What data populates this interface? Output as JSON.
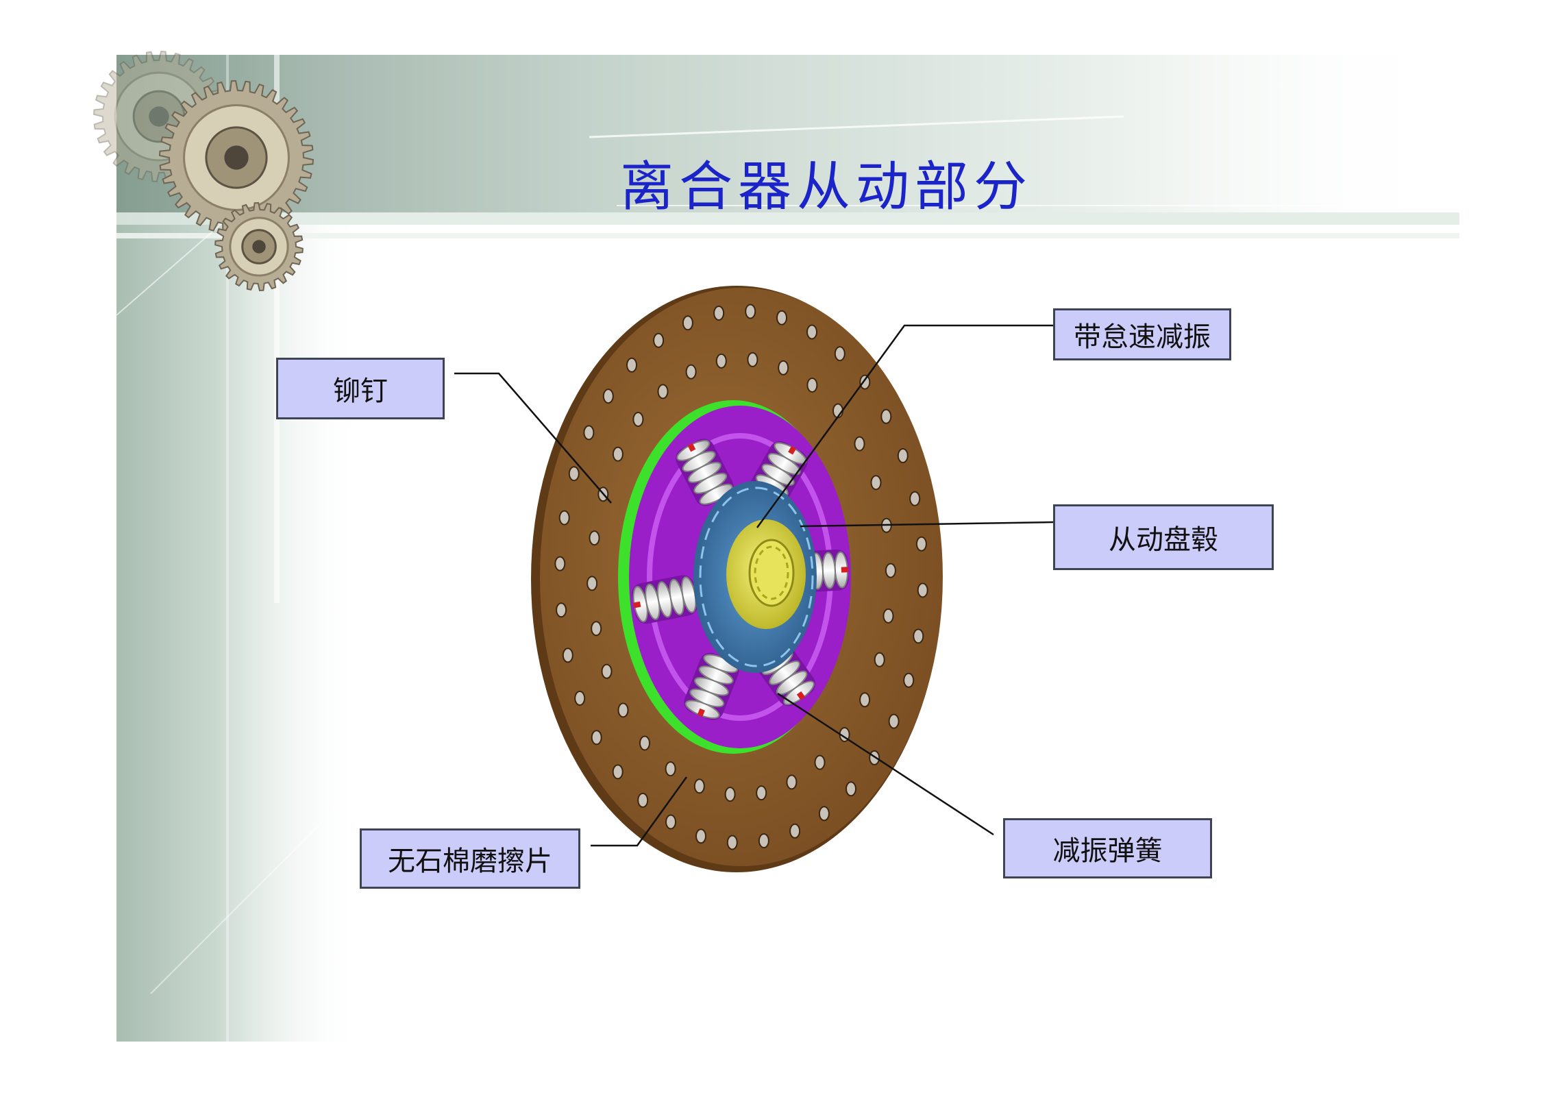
{
  "slide": {
    "title": "离合器从动部分"
  },
  "labels": {
    "rivet": "铆钉",
    "idle_damper": "带怠速减振",
    "hub": "从动盘毂",
    "damper_spring": "减振弹簧",
    "friction_lining": "无石棉磨擦片"
  },
  "colors": {
    "title": "#1b24c8",
    "label_fill": "#ccccfb",
    "label_border": "#3f4452",
    "friction_disc": "#8a5a2b",
    "damper_plate": "#9b1fc9",
    "hub": "#3f7fb8",
    "spline": "#d8d437",
    "green_ring": "#3de02a"
  },
  "icons": [
    "gear-icon"
  ]
}
